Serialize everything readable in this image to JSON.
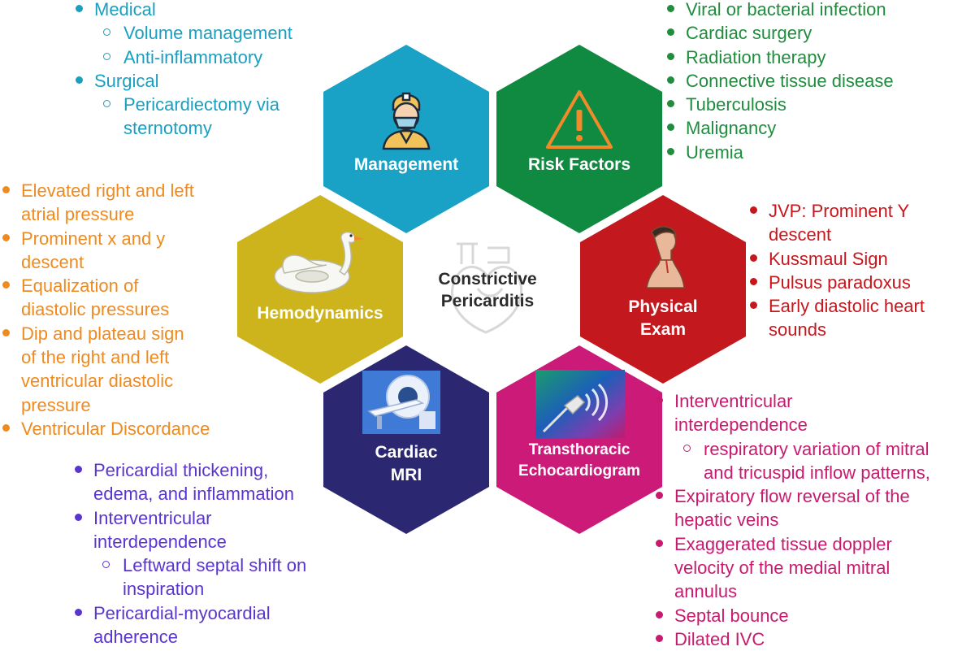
{
  "center": {
    "line1": "Constrictive",
    "line2": "Pericarditis"
  },
  "hexagons": {
    "management": {
      "label": "Management",
      "color": "#1aa1c6"
    },
    "risk_factors": {
      "label": "Risk Factors",
      "color": "#0f8a40"
    },
    "hemodynamics": {
      "label": "Hemodynamics",
      "color": "#cdb41d"
    },
    "physical_exam": {
      "line1": "Physical",
      "line2": "Exam",
      "color": "#c3181d"
    },
    "cardiac_mri": {
      "line1": "Cardiac",
      "line2": "MRI",
      "color": "#2b2770"
    },
    "tte": {
      "line1": "Transthoracic",
      "line2": "Echocardiogram",
      "color": "#cc1a79"
    }
  },
  "management_list": {
    "color": "#1a9fc1",
    "items": [
      "Medical",
      "Volume management",
      "Anti-inflammatory",
      "Surgical",
      "Pericardiectomy via",
      "sternotomy"
    ]
  },
  "risk_list": {
    "color": "#1f8c3e",
    "items": [
      "Viral or bacterial infection",
      "Cardiac surgery",
      "Radiation therapy",
      "Connective tissue disease",
      "Tuberculosis",
      "Malignancy",
      "Uremia"
    ]
  },
  "hemo_list": {
    "color": "#ef8a1f",
    "items": [
      "Elevated right and left",
      "atrial pressure",
      "Prominent x and y",
      "descent",
      "Equalization of",
      "diastolic pressures",
      "Dip and plateau sign",
      "of the right and left",
      "ventricular diastolic",
      "pressure",
      "Ventricular Discordance"
    ]
  },
  "exam_list": {
    "color": "#c8161d",
    "items": [
      "JVP: Prominent Y",
      "descent",
      "Kussmaul Sign",
      "Pulsus paradoxus",
      "Early diastolic heart",
      "sounds"
    ]
  },
  "mri_list": {
    "color": "#5a34cf",
    "items": [
      "Pericardial thickening,",
      "edema, and inflammation",
      "Interventricular",
      "interdependence",
      "Leftward septal shift on",
      "inspiration",
      "Pericardial-myocardial",
      "adherence"
    ]
  },
  "tte_list": {
    "color": "#c81a6e",
    "items": [
      "Interventricular",
      "interdependence",
      "respiratory variation of mitral",
      "and tricuspid inflow patterns,",
      "Expiratory flow reversal of the",
      "hepatic veins",
      "Exaggerated tissue doppler",
      "velocity of the medial mitral",
      "annulus",
      "Septal bounce",
      "Dilated IVC"
    ]
  },
  "icons": [
    "doctor-icon",
    "warning-triangle-icon",
    "swan-float-icon",
    "patient-neck-icon",
    "mri-scanner-icon",
    "ultrasound-probe-icon",
    "heart-outline-icon"
  ]
}
